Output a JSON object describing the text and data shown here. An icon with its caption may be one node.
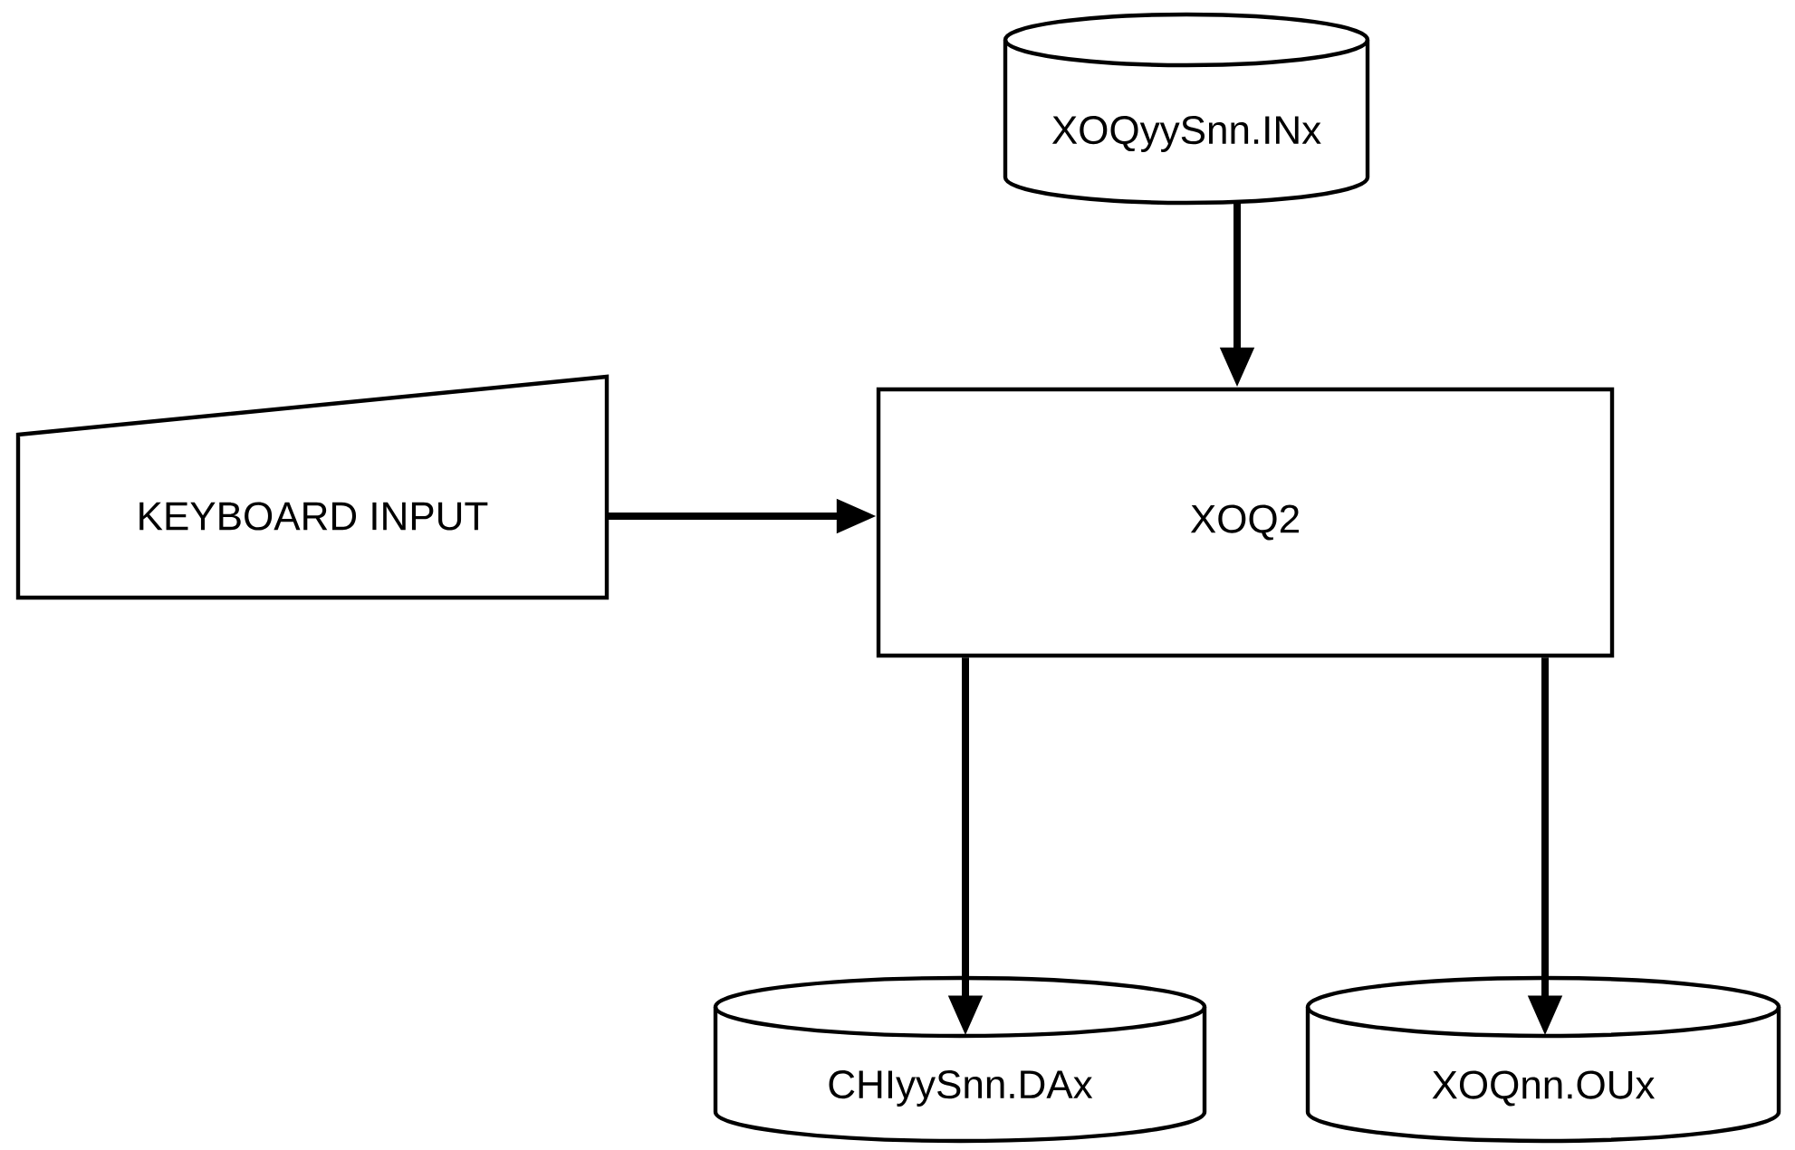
{
  "diagram": {
    "nodes": [
      {
        "text": [
          "XOQyySnn.INx"
        ]
      },
      {
        "text": [
          "KEYBOARD INPUT"
        ]
      },
      {
        "text": [
          "XOQ2"
        ]
      },
      {
        "text": [
          "CHIyySnn.DAx"
        ]
      },
      {
        "text": [
          "XOQnn.OUx"
        ]
      }
    ],
    "edges": [
      {
        "from": 0,
        "to": 2,
        "arrow": "to"
      },
      {
        "from": 1,
        "to": 2,
        "arrow": "to"
      },
      {
        "from": 2,
        "to": 3,
        "arrow": "to"
      },
      {
        "from": 2,
        "to": 4,
        "arrow": "to"
      }
    ]
  }
}
